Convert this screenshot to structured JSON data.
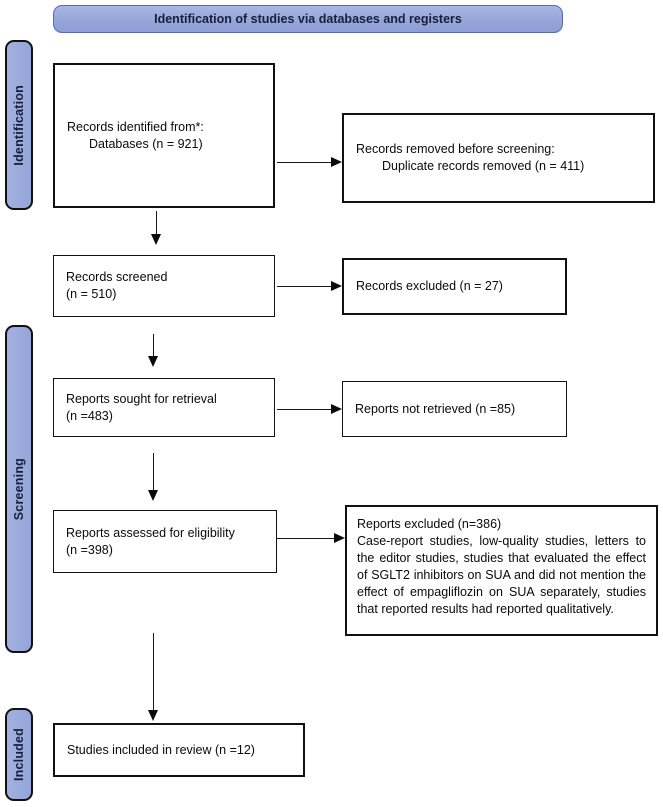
{
  "title": "Identification of studies via databases and registers",
  "stages": {
    "identification": "Identification",
    "screening": "Screening",
    "included": "Included"
  },
  "boxes": {
    "records_identified": {
      "line1": "Records identified from*:",
      "line2": "Databases (n = 921)"
    },
    "records_removed": {
      "line1": "Records removed before screening:",
      "line2": "Duplicate records removed (n = 411)"
    },
    "records_screened": {
      "line1": "Records screened",
      "line2": "(n = 510)"
    },
    "records_excluded": {
      "line1": "Records excluded (n = 27)"
    },
    "reports_sought": {
      "line1": "Reports sought for retrieval",
      "line2": "(n =483)"
    },
    "reports_not_retrieved": {
      "line1": "Reports not retrieved (n =85)"
    },
    "reports_assessed": {
      "line1": "Reports assessed for eligibility",
      "line2": "(n =398)"
    },
    "reports_excluded": {
      "line1": "Reports excluded (n=386)",
      "body": "Case-report studies, low-quality studies, letters to the editor studies, studies that evaluated the effect of SGLT2 inhibitors on SUA and did not mention the effect of empagliflozin on SUA separately, studies that reported results had reported qualitatively."
    },
    "studies_included": {
      "line1": "Studies included in review (n =12)"
    }
  },
  "colors": {
    "banner_fill": "#96a6da",
    "banner_border": "#5a6ab0",
    "stage_fill": "#9aaade",
    "box_border": "#111111",
    "text": "#0a0a0a"
  }
}
